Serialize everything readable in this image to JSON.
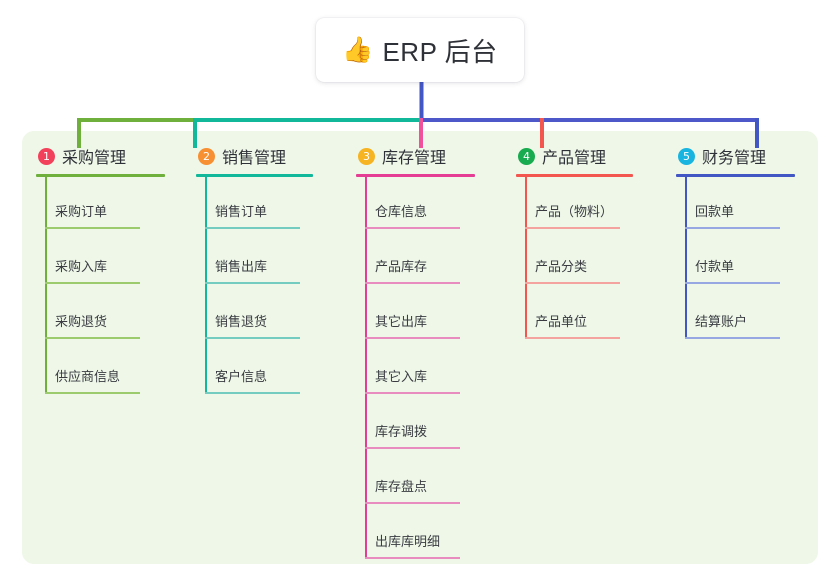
{
  "root": {
    "icon": "thumbs-up-icon",
    "icon_glyph": "👍",
    "title": "ERP 后台"
  },
  "panel": {
    "background_color": "#eef7e8"
  },
  "connector": {
    "stem_color": "#4256c4",
    "bar_segments": [
      {
        "color": "#6fb03c"
      },
      {
        "color": "#12b89a"
      },
      {
        "color": "#4e58c8"
      }
    ]
  },
  "columns": [
    {
      "number": "1",
      "title": "采购管理",
      "badge_color": "#f2415a",
      "accent_color": "#6fb03c",
      "rule_color": "#9ccb6e",
      "head_rule_width": 129,
      "drop_color": "#6fb03c",
      "items": [
        {
          "label": "采购订单"
        },
        {
          "label": "采购入库"
        },
        {
          "label": "采购退货"
        },
        {
          "label": "供应商信息"
        }
      ]
    },
    {
      "number": "2",
      "title": "销售管理",
      "badge_color": "#f79033",
      "accent_color": "#12b89a",
      "rule_color": "#73ccbf",
      "head_rule_width": 117,
      "drop_color": "#12b89a",
      "items": [
        {
          "label": "销售订单"
        },
        {
          "label": "销售出库"
        },
        {
          "label": "销售退货"
        },
        {
          "label": "客户信息"
        }
      ]
    },
    {
      "number": "3",
      "title": "库存管理",
      "badge_color": "#f6b322",
      "accent_color": "#e53d94",
      "rule_color": "#e88bbe",
      "head_rule_width": 119,
      "drop_color": "#f0509c",
      "items": [
        {
          "label": "仓库信息"
        },
        {
          "label": "产品库存"
        },
        {
          "label": "其它出库"
        },
        {
          "label": "其它入库"
        },
        {
          "label": "库存调拨"
        },
        {
          "label": "库存盘点"
        },
        {
          "label": "出库库明细"
        }
      ]
    },
    {
      "number": "4",
      "title": "产品管理",
      "badge_color": "#19ab4f",
      "accent_color": "#f2564f",
      "rule_color": "#f5a39e",
      "head_rule_width": 117,
      "drop_color": "#f2564f",
      "items": [
        {
          "label": "产品（物料）"
        },
        {
          "label": "产品分类"
        },
        {
          "label": "产品单位"
        }
      ]
    },
    {
      "number": "5",
      "title": "财务管理",
      "badge_color": "#19b5e0",
      "accent_color": "#4256c4",
      "rule_color": "#97a7e2",
      "head_rule_width": 119,
      "drop_color": "#4256c4",
      "items": [
        {
          "label": "回款单"
        },
        {
          "label": "付款单"
        },
        {
          "label": "结算账户"
        }
      ]
    }
  ]
}
